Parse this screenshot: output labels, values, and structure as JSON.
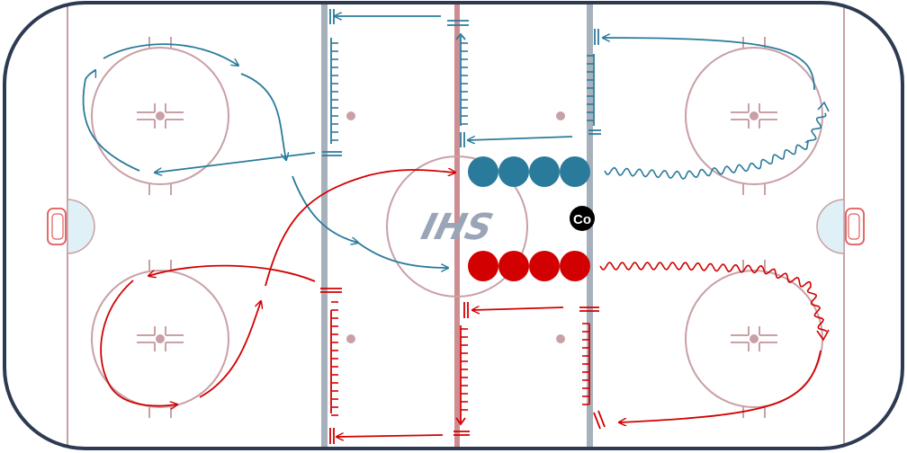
{
  "rink": {
    "logo_text": "IHS",
    "colors": {
      "board": "#2e3a52",
      "red_line": "#c9a0a5",
      "center_line": "#cf8d93",
      "blue_line": "#a7b1bc",
      "crease": "#dff0f7",
      "goal": "#e05a5a",
      "dot": "#c9a0a5",
      "logo": "#9aa6b7"
    }
  },
  "coach": {
    "label": "Co",
    "color": "#000000"
  },
  "teams": {
    "blue": {
      "color": "#2a7b9b",
      "player_count": 4
    },
    "red": {
      "color": "#d20000",
      "player_count": 4
    }
  }
}
